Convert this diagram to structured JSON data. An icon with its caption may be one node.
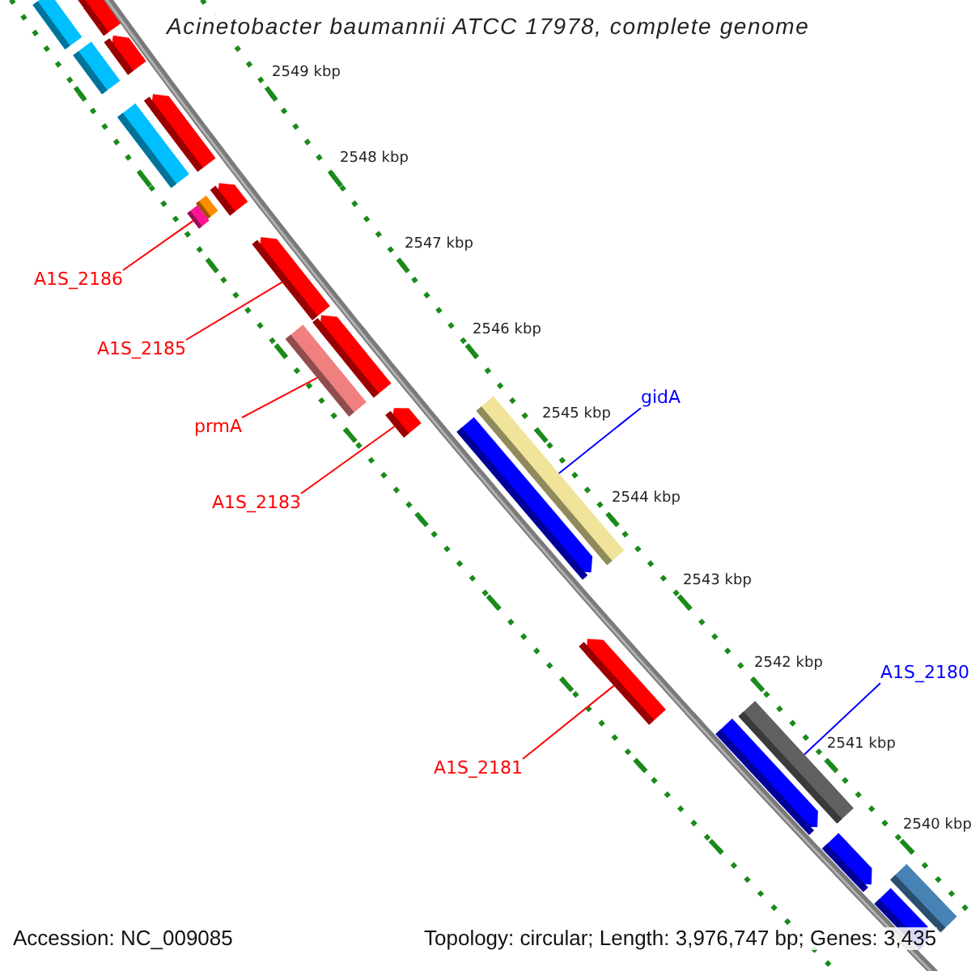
{
  "diagram": {
    "title": "Acinetobacter baumannii ATCC 17978, complete genome",
    "nodes": [
      {
        "text": [
          "gidA"
        ]
      },
      {
        "text": [
          "A1S_2186"
        ]
      },
      {
        "text": [
          "A1S_2185"
        ]
      },
      {
        "text": [
          "prmA"
        ]
      },
      {
        "text": [
          "A1S_2183"
        ]
      },
      {
        "text": [
          "A1S_2180"
        ]
      },
      {
        "text": [
          "A1S_2181"
        ]
      },
      {
        "text": [],
        "shape": "arrow"
      },
      {
        "text": [],
        "shape": "bar"
      },
      {
        "text": [],
        "shape": "arrow"
      },
      {
        "text": [],
        "shape": "bar"
      },
      {
        "text": [],
        "shape": "arrow"
      },
      {
        "text": [],
        "shape": "bar"
      },
      {
        "text": [],
        "shape": "arrow"
      },
      {
        "text": [],
        "shape": "bar"
      },
      {
        "text": [],
        "shape": "bar"
      },
      {
        "text": [],
        "shape": "arrow"
      },
      {
        "text": [],
        "shape": "arrow"
      },
      {
        "text": [],
        "shape": "bar"
      },
      {
        "text": [],
        "shape": "arrow"
      },
      {
        "text": [],
        "shape": "bar"
      },
      {
        "text": [],
        "shape": "arrow"
      },
      {
        "text": [],
        "shape": "arrow"
      },
      {
        "text": [],
        "shape": "bar"
      },
      {
        "text": [],
        "shape": "arrow"
      },
      {
        "text": [],
        "shape": "arrow"
      },
      {
        "text": [],
        "shape": "bar"
      },
      {
        "text": [],
        "shape": "arrow"
      }
    ],
    "edges": [
      {
        "from": 0,
        "to": 20,
        "arrow": "none",
        "color": "#0000ff"
      },
      {
        "from": 1,
        "to": 15,
        "arrow": "none"
      },
      {
        "from": 2,
        "to": 16,
        "arrow": "none"
      },
      {
        "from": 3,
        "to": 18,
        "arrow": "none"
      },
      {
        "from": 4,
        "to": 19,
        "arrow": "none"
      },
      {
        "from": 5,
        "to": 23,
        "arrow": "none",
        "color": "#0000ff"
      },
      {
        "from": 6,
        "to": 22,
        "arrow": "none"
      }
    ],
    "labels": [
      "2549 kbp",
      "2548 kbp",
      "2547 kbp",
      "2546 kbp",
      "2545 kbp",
      "2544 kbp",
      "2543 kbp",
      "2542 kbp",
      "2541 kbp",
      "2540 kbp",
      "Accession: NC_009085",
      "Topology: circular; Length: 3,976,747 bp; Genes: 3,435"
    ]
  }
}
